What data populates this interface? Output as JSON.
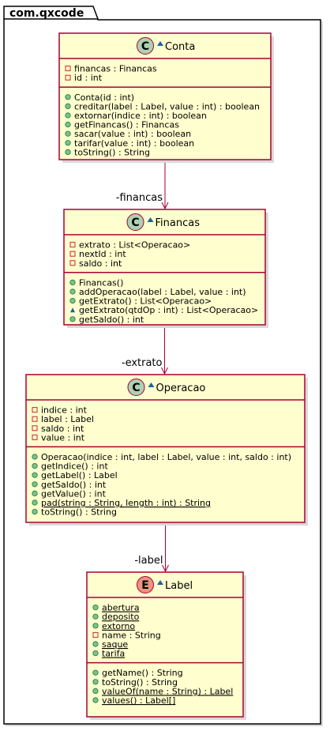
{
  "package": {
    "name": "com.qxcode"
  },
  "classes": [
    {
      "kind": "C",
      "name": "Conta",
      "fields": [
        {
          "vis": "-",
          "text": "financas : Financas"
        },
        {
          "vis": "-",
          "text": "id : int"
        }
      ],
      "methods": [
        {
          "vis": "+",
          "text": "Conta(id : int)"
        },
        {
          "vis": "+",
          "text": "creditar(label : Label, value : int) : boolean"
        },
        {
          "vis": "+",
          "text": "extornar(indice : int) : boolean"
        },
        {
          "vis": "+",
          "text": "getFinancas() : Financas"
        },
        {
          "vis": "+",
          "text": "sacar(value : int) : boolean"
        },
        {
          "vis": "+",
          "text": "tarifar(value : int) : boolean"
        },
        {
          "vis": "+",
          "text": "toString() : String"
        }
      ]
    },
    {
      "kind": "C",
      "name": "Financas",
      "fields": [
        {
          "vis": "-",
          "text": "extrato : List<Operacao>"
        },
        {
          "vis": "-",
          "text": "nextId : int"
        },
        {
          "vis": "-",
          "text": "saldo : int"
        }
      ],
      "methods": [
        {
          "vis": "+",
          "text": "Financas()"
        },
        {
          "vis": "+",
          "text": "addOperacao(label : Label, value : int)"
        },
        {
          "vis": "+",
          "text": "getExtrato() : List<Operacao>"
        },
        {
          "vis": "~",
          "text": "getExtrato(qtdOp : int) : List<Operacao>"
        },
        {
          "vis": "+",
          "text": "getSaldo() : int"
        }
      ]
    },
    {
      "kind": "C",
      "name": "Operacao",
      "fields": [
        {
          "vis": "-",
          "text": "indice : int"
        },
        {
          "vis": "-",
          "text": "label : Label"
        },
        {
          "vis": "-",
          "text": "saldo : int"
        },
        {
          "vis": "-",
          "text": "value : int"
        }
      ],
      "methods": [
        {
          "vis": "+",
          "text": "Operacao(indice : int, label : Label, value : int, saldo : int)"
        },
        {
          "vis": "+",
          "text": "getIndice() : int"
        },
        {
          "vis": "+",
          "text": "getLabel() : Label"
        },
        {
          "vis": "+",
          "text": "getSaldo() : int"
        },
        {
          "vis": "+",
          "text": "getValue() : int"
        },
        {
          "vis": "+",
          "text": "pad(string : String, length : int) : String",
          "static": true
        },
        {
          "vis": "+",
          "text": "toString() : String"
        }
      ]
    },
    {
      "kind": "E",
      "name": "Label",
      "fields": [
        {
          "vis": "+",
          "text": "abertura",
          "static": true
        },
        {
          "vis": "+",
          "text": "deposito",
          "static": true
        },
        {
          "vis": "+",
          "text": "extorno",
          "static": true
        },
        {
          "vis": "-",
          "text": "name : String"
        },
        {
          "vis": "+",
          "text": "saque",
          "static": true
        },
        {
          "vis": "+",
          "text": "tarifa",
          "static": true
        }
      ],
      "methods": [
        {
          "vis": "+",
          "text": "getName() : String"
        },
        {
          "vis": "+",
          "text": "toString() : String"
        },
        {
          "vis": "+",
          "text": "valueOf(name : String) : Label",
          "static": true
        },
        {
          "vis": "+",
          "text": "values() : Label[]",
          "static": true
        }
      ]
    }
  ],
  "edges": [
    {
      "from": "Conta",
      "to": "Financas",
      "role": "-financas"
    },
    {
      "from": "Financas",
      "to": "Operacao",
      "role": "-extrato"
    },
    {
      "from": "Operacao",
      "to": "Label",
      "role": "-label"
    }
  ],
  "colors": {
    "class_fill": "#fefece",
    "border": "#a80036",
    "class_badge": "#add1b2",
    "enum_badge": "#eb937f",
    "package_fill": "#ffffff",
    "private": "#c82930",
    "public": "#84be84",
    "package_private": "#1963a0"
  }
}
